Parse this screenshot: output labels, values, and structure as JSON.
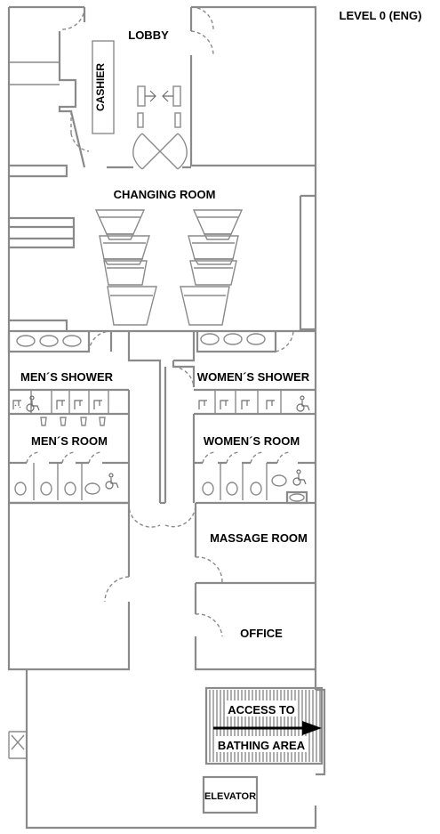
{
  "level_label": "LEVEL 0 (ENG)",
  "rooms": {
    "lobby": "LOBBY",
    "cashier": "CASHIER",
    "changing_room": "CHANGING ROOM",
    "mens_shower": "MEN´S SHOWER",
    "womens_shower": "WOMEN´S SHOWER",
    "mens_room": "MEN´S ROOM",
    "womens_room": "WOMEN´S ROOM",
    "massage_room": "MASSAGE ROOM",
    "office": "OFFICE",
    "access_line1": "ACCESS TO",
    "access_line2": "BATHING AREA",
    "elevator": "ELEVATOR"
  },
  "icons": {
    "shower": "shower-icon",
    "accessible": "wheelchair-icon",
    "toilet": "toilet-icon",
    "sink": "sink-icon",
    "arrow": "arrow-right-icon"
  }
}
